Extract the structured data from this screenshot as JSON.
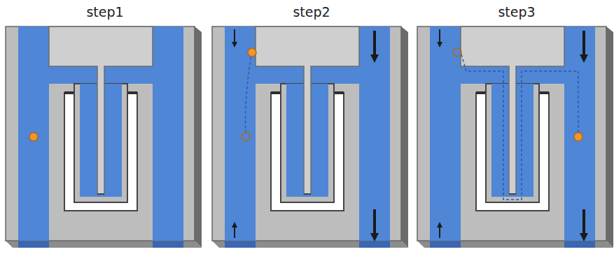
{
  "diagram": {
    "labels": [
      "step1",
      "step2",
      "step3"
    ]
  }
}
